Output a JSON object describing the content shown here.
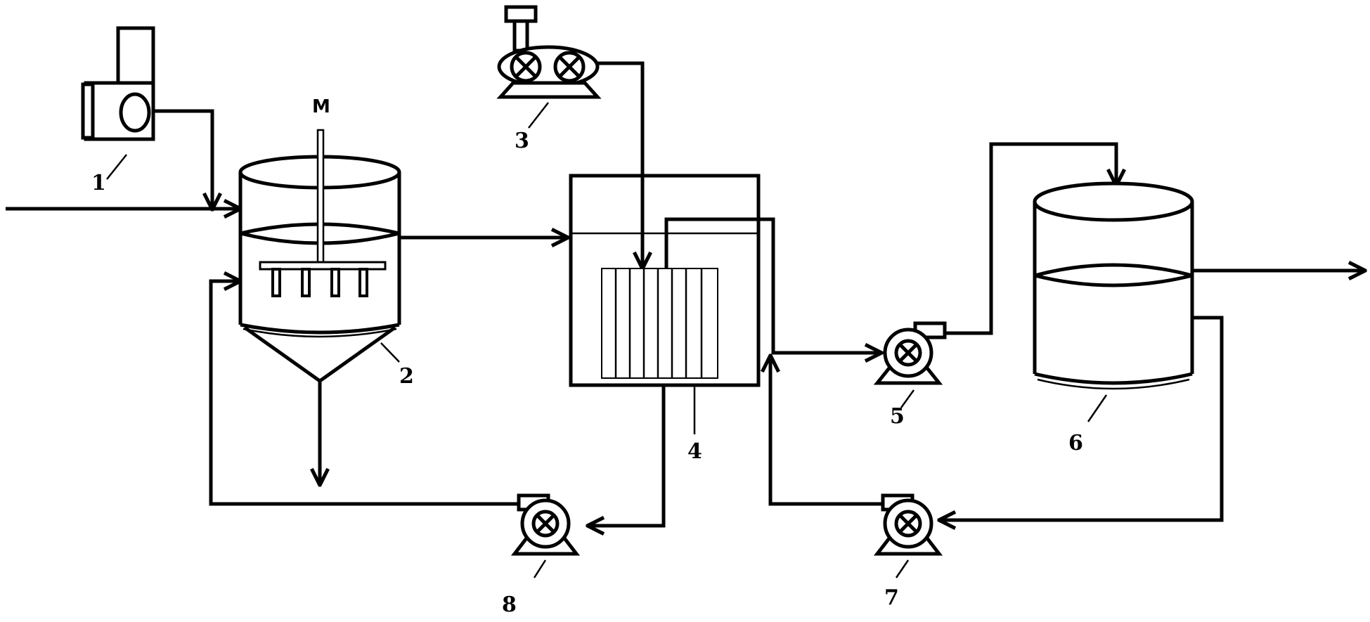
{
  "labels": {
    "ozone_generator": "1",
    "stirred_reactor": "2",
    "air_blower": "3",
    "membrane_bioreactor": "4",
    "effluent_pump": "5",
    "storage_tank": "6",
    "backwash_pump": "7",
    "sludge_return_pump": "8",
    "mixer_motor": "M"
  },
  "colors": {
    "line": "#000000",
    "background": "#ffffff"
  }
}
